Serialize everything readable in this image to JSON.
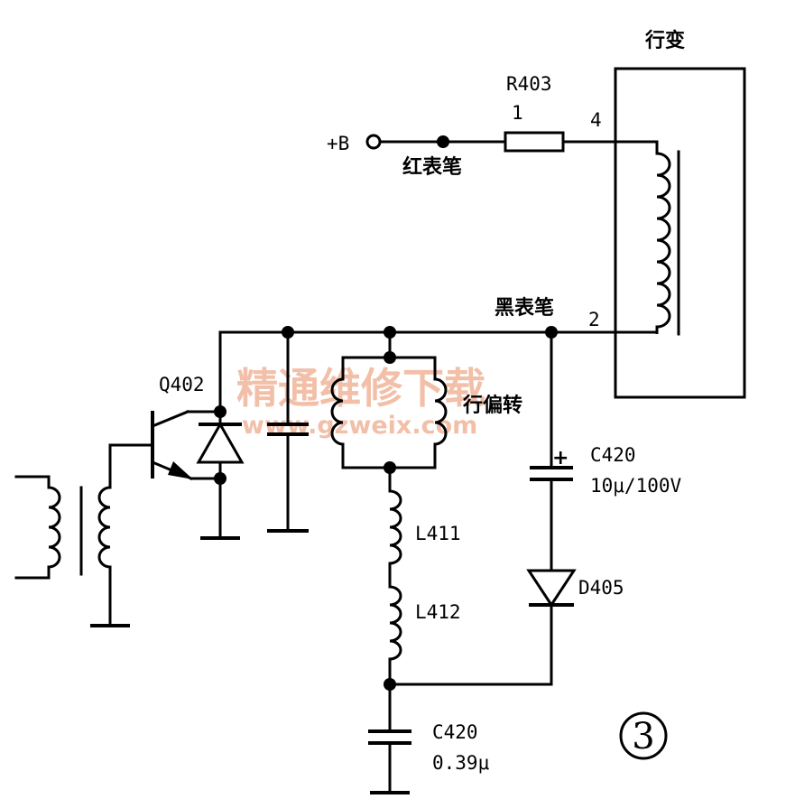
{
  "labels": {
    "transformer": "行变",
    "resistor_ref": "R403",
    "pin1": "1",
    "pin4": "4",
    "pin2": "2",
    "plus_b": "+B",
    "red_probe": "红表笔",
    "black_probe": "黑表笔",
    "transistor": "Q402",
    "yoke": "行偏转",
    "c420_top_ref": "C420",
    "c420_top_val": "10μ/100V",
    "l411": "L411",
    "l412": "L412",
    "d405": "D405",
    "c420_bottom_ref": "C420",
    "c420_bottom_val": "0.39μ",
    "plus_sign": "+"
  },
  "watermark": {
    "text_cn": "精通维修下载",
    "text_url": "www.gzweix.com"
  },
  "figure_number": "③"
}
